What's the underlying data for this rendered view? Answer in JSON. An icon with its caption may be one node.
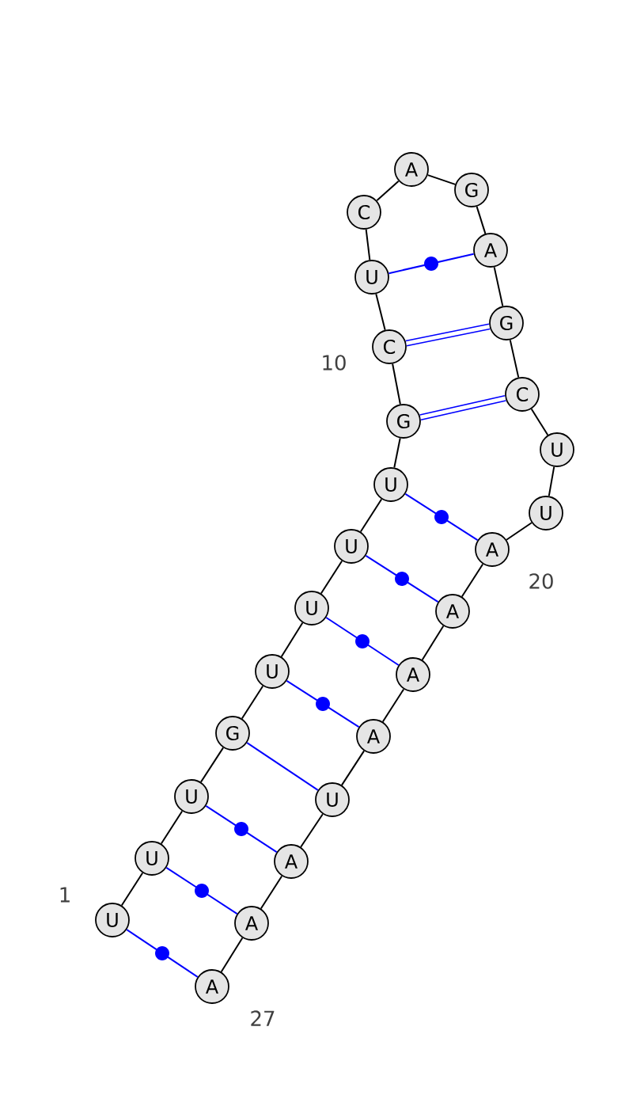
{
  "diagram": {
    "nodes": [
      {
        "text": [
          "U"
        ]
      },
      {
        "text": [
          "U"
        ]
      },
      {
        "text": [
          "U"
        ]
      },
      {
        "text": [
          "G"
        ]
      },
      {
        "text": [
          "U"
        ]
      },
      {
        "text": [
          "U"
        ]
      },
      {
        "text": [
          "U"
        ]
      },
      {
        "text": [
          "U"
        ]
      },
      {
        "text": [
          "G"
        ]
      },
      {
        "text": [
          "C"
        ]
      },
      {
        "text": [
          "U"
        ]
      },
      {
        "text": [
          "C"
        ]
      },
      {
        "text": [
          "A"
        ]
      },
      {
        "text": [
          "G"
        ]
      },
      {
        "text": [
          "A"
        ]
      },
      {
        "text": [
          "G"
        ]
      },
      {
        "text": [
          "C"
        ]
      },
      {
        "text": [
          "U"
        ]
      },
      {
        "text": [
          "U"
        ]
      },
      {
        "text": [
          "A"
        ]
      },
      {
        "text": [
          "A"
        ]
      },
      {
        "text": [
          "A"
        ]
      },
      {
        "text": [
          "A"
        ]
      },
      {
        "text": [
          "U"
        ]
      },
      {
        "text": [
          "A"
        ]
      },
      {
        "text": [
          "A"
        ]
      },
      {
        "text": [
          "A"
        ]
      }
    ],
    "edges": [
      {
        "from": 0,
        "to": 1,
        "arrow": "none"
      },
      {
        "from": 1,
        "to": 2,
        "arrow": "none"
      },
      {
        "from": 2,
        "to": 3,
        "arrow": "none"
      },
      {
        "from": 3,
        "to": 4,
        "arrow": "none"
      },
      {
        "from": 4,
        "to": 5,
        "arrow": "none"
      },
      {
        "from": 5,
        "to": 6,
        "arrow": "none"
      },
      {
        "from": 6,
        "to": 7,
        "arrow": "none"
      },
      {
        "from": 7,
        "to": 8,
        "arrow": "none"
      },
      {
        "from": 8,
        "to": 9,
        "arrow": "none"
      },
      {
        "from": 9,
        "to": 10,
        "arrow": "none"
      },
      {
        "from": 10,
        "to": 11,
        "arrow": "none"
      },
      {
        "from": 11,
        "to": 12,
        "arrow": "none"
      },
      {
        "from": 12,
        "to": 13,
        "arrow": "none"
      },
      {
        "from": 13,
        "to": 14,
        "arrow": "none"
      },
      {
        "from": 14,
        "to": 15,
        "arrow": "none"
      },
      {
        "from": 15,
        "to": 16,
        "arrow": "none"
      },
      {
        "from": 16,
        "to": 17,
        "arrow": "none"
      },
      {
        "from": 17,
        "to": 18,
        "arrow": "none"
      },
      {
        "from": 18,
        "to": 19,
        "arrow": "none"
      },
      {
        "from": 19,
        "to": 20,
        "arrow": "none"
      },
      {
        "from": 20,
        "to": 21,
        "arrow": "none"
      },
      {
        "from": 21,
        "to": 22,
        "arrow": "none"
      },
      {
        "from": 22,
        "to": 23,
        "arrow": "none"
      },
      {
        "from": 23,
        "to": 24,
        "arrow": "none"
      },
      {
        "from": 24,
        "to": 25,
        "arrow": "none"
      },
      {
        "from": 25,
        "to": 26,
        "arrow": "none"
      },
      {
        "from": 0,
        "to": 26,
        "arrow": "none",
        "color": "#0000ff"
      },
      {
        "from": 1,
        "to": 25,
        "arrow": "none",
        "color": "#0000ff"
      },
      {
        "from": 2,
        "to": 24,
        "arrow": "none",
        "color": "#0000ff"
      },
      {
        "from": 3,
        "to": 23,
        "arrow": "none",
        "color": "#0000ff"
      },
      {
        "from": 4,
        "to": 22,
        "arrow": "none",
        "color": "#0000ff"
      },
      {
        "from": 5,
        "to": 21,
        "arrow": "none",
        "color": "#0000ff"
      },
      {
        "from": 6,
        "to": 20,
        "arrow": "none",
        "color": "#0000ff"
      },
      {
        "from": 7,
        "to": 19,
        "arrow": "none",
        "color": "#0000ff"
      },
      {
        "from": 8,
        "to": 16,
        "arrow": "none",
        "style": "thick",
        "color": "#0000ff"
      },
      {
        "from": 9,
        "to": 15,
        "arrow": "none",
        "style": "thick",
        "color": "#0000ff"
      },
      {
        "from": 10,
        "to": 14,
        "arrow": "none",
        "color": "#0000ff"
      }
    ],
    "labels": [
      "1",
      "10",
      "20",
      "27"
    ]
  }
}
